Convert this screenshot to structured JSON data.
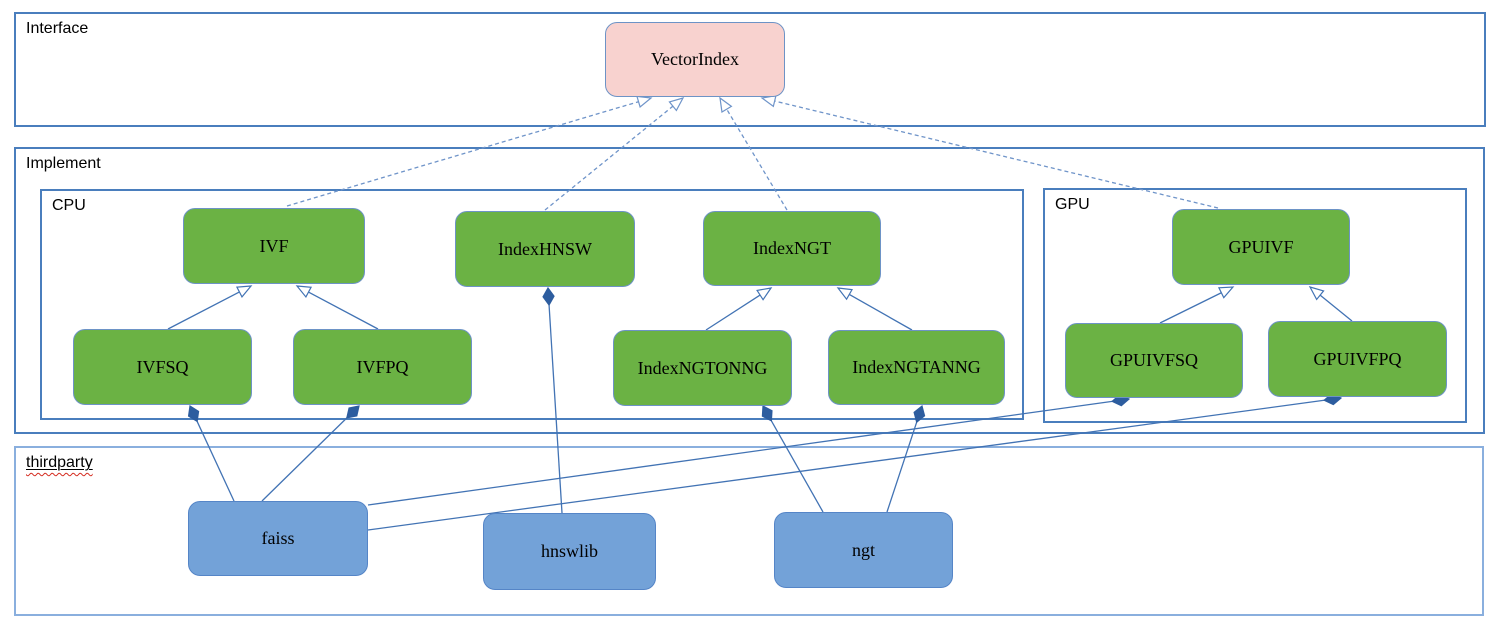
{
  "containers": {
    "interface": {
      "label": "Interface"
    },
    "implement": {
      "label": "Implement"
    },
    "cpu": {
      "label": "CPU"
    },
    "gpu": {
      "label": "GPU"
    },
    "thirdparty": {
      "label": "thirdparty",
      "spellcheck_squiggle": true
    }
  },
  "nodes": {
    "vectorindex": {
      "label": "VectorIndex",
      "kind": "interface"
    },
    "ivf": {
      "label": "IVF",
      "kind": "cpu-implement"
    },
    "indexhnsw": {
      "label": "IndexHNSW",
      "kind": "cpu-implement"
    },
    "indexngt": {
      "label": "IndexNGT",
      "kind": "cpu-implement"
    },
    "ivfsq": {
      "label": "IVFSQ",
      "kind": "cpu-implement"
    },
    "ivfpq": {
      "label": "IVFPQ",
      "kind": "cpu-implement"
    },
    "indexngtonng": {
      "label": "IndexNGTONNG",
      "kind": "cpu-implement"
    },
    "indexngtanng": {
      "label": "IndexNGTANNG",
      "kind": "cpu-implement"
    },
    "gpuivf": {
      "label": "GPUIVF",
      "kind": "gpu-implement"
    },
    "gpuivfsq": {
      "label": "GPUIVFSQ",
      "kind": "gpu-implement"
    },
    "gpuivfpq": {
      "label": "GPUIVFPQ",
      "kind": "gpu-implement"
    },
    "faiss": {
      "label": "faiss",
      "kind": "thirdparty"
    },
    "hnswlib": {
      "label": "hnswlib",
      "kind": "thirdparty"
    },
    "ngt": {
      "label": "ngt",
      "kind": "thirdparty"
    }
  },
  "edges": [
    {
      "id": "ivf-vectorindex",
      "from": "IVF",
      "to": "VectorIndex",
      "type": "realization"
    },
    {
      "id": "indexhnsw-vectorindex",
      "from": "IndexHNSW",
      "to": "VectorIndex",
      "type": "realization"
    },
    {
      "id": "indexngt-vectorindex",
      "from": "IndexNGT",
      "to": "VectorIndex",
      "type": "realization"
    },
    {
      "id": "gpuivf-vectorindex",
      "from": "GPUIVF",
      "to": "VectorIndex",
      "type": "realization"
    },
    {
      "id": "ivfsq-ivf",
      "from": "IVFSQ",
      "to": "IVF",
      "type": "generalization"
    },
    {
      "id": "ivfpq-ivf",
      "from": "IVFPQ",
      "to": "IVF",
      "type": "generalization"
    },
    {
      "id": "indexngtonng-indexngt",
      "from": "IndexNGTONNG",
      "to": "IndexNGT",
      "type": "generalization"
    },
    {
      "id": "indexngtanng-indexngt",
      "from": "IndexNGTANNG",
      "to": "IndexNGT",
      "type": "generalization"
    },
    {
      "id": "gpuivfsq-gpuivf",
      "from": "GPUIVFSQ",
      "to": "GPUIVF",
      "type": "generalization"
    },
    {
      "id": "gpuivfpq-gpuivf",
      "from": "GPUIVFPQ",
      "to": "GPUIVF",
      "type": "generalization"
    },
    {
      "id": "faiss-ivfsq",
      "from": "faiss",
      "to": "IVFSQ",
      "type": "composition"
    },
    {
      "id": "faiss-ivfpq",
      "from": "faiss",
      "to": "IVFPQ",
      "type": "composition"
    },
    {
      "id": "hnswlib-indexhnsw",
      "from": "hnswlib",
      "to": "IndexHNSW",
      "type": "composition"
    },
    {
      "id": "ngt-indexngtonng",
      "from": "ngt",
      "to": "IndexNGTONNG",
      "type": "composition"
    },
    {
      "id": "ngt-indexngtanng",
      "from": "ngt",
      "to": "IndexNGTANNG",
      "type": "composition"
    },
    {
      "id": "faiss-gpuivfsq",
      "from": "faiss",
      "to": "GPUIVFSQ",
      "type": "composition"
    },
    {
      "id": "faiss-gpuivfpq",
      "from": "faiss",
      "to": "GPUIVFPQ",
      "type": "composition"
    }
  ],
  "colors": {
    "node_green_fill": "#6bb244",
    "node_pink_fill": "#f8d2cf",
    "node_blue_fill": "#73a2d8",
    "node_border": "#6d93c6",
    "container_border": "#4a7ebd",
    "thirdparty_container_border": "#8aafde",
    "connector_solid": "#4273b4",
    "connector_dashed": "#6f94c9",
    "diamond_fill": "#2d5d9f",
    "spellcheck_red": "#d42a1e"
  }
}
